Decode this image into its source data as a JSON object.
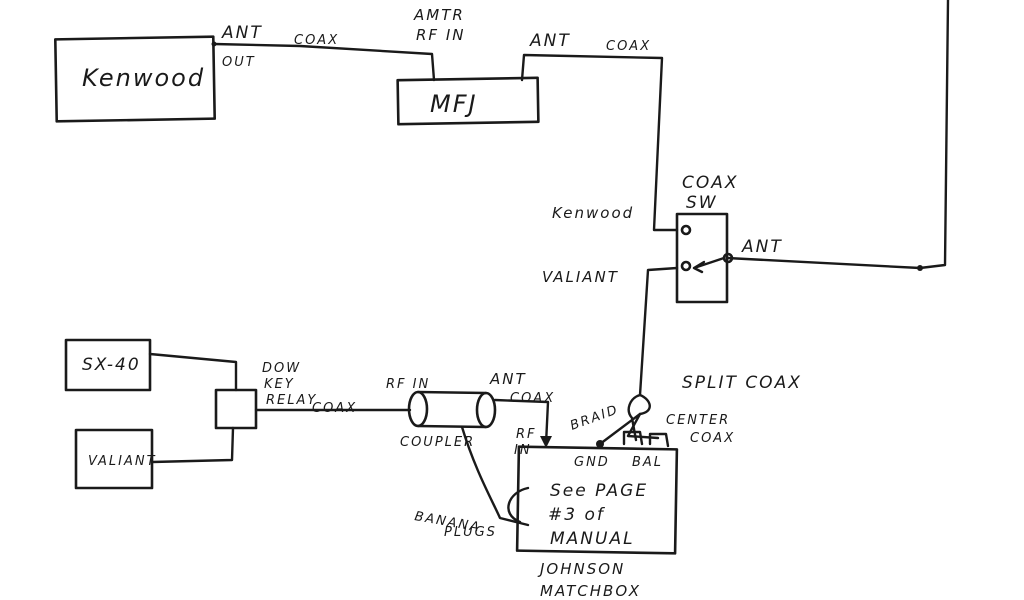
{
  "diagram": {
    "components": {
      "kenwood": "Kenwood",
      "mfj": "MFJ",
      "coax_switch": [
        "COAX",
        "SW"
      ],
      "sx": "SX-40",
      "valiant": "VALIANT",
      "johnson_box": [
        "See PAGE",
        "#3 of",
        "MANUAL"
      ],
      "johnson_caption": [
        "JOHNSON",
        "MATCHBOX"
      ],
      "relay": [
        "DOW",
        "KEY",
        "RELAY"
      ]
    },
    "labels": {
      "kenwood_ant": "ANT",
      "kenwood_out": "OUT",
      "coax_1": "COAX",
      "amtr_rfin": [
        "AMTR",
        "RF IN"
      ],
      "mfj_ant": "ANT",
      "coax_2": "COAX",
      "switch_kenwood": "Kenwood",
      "switch_valiant": "VALIANT",
      "switch_ant": "ANT",
      "coax_3": "COAX",
      "coupler_rfin": "RF IN",
      "coupler_ant": "ANT",
      "coax_4": "COAX",
      "coupler": "COUPLER",
      "rf_in": [
        "RF",
        "IN"
      ],
      "braid": "BRAID",
      "split_coax": "SPLIT COAX",
      "center_coax": [
        "CENTER",
        "COAX"
      ],
      "gnd": "GND",
      "bal": "BAL",
      "banana_plugs": [
        "BANANA",
        "PLUGS"
      ]
    }
  }
}
